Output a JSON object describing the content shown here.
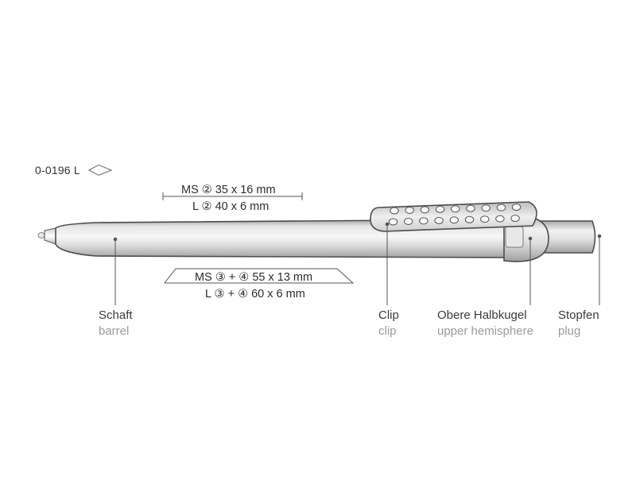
{
  "model_code": "0-0196 L",
  "print_areas": {
    "clip_ms": "MS ② 35 x 16 mm",
    "clip_l": "L ② 40 x 6 mm",
    "barrel_ms": "MS ③ + ④ 55 x 13 mm",
    "barrel_l": "L ③ + ④ 60 x 6 mm"
  },
  "parts": [
    {
      "de": "Schaft",
      "en": "barrel"
    },
    {
      "de": "Clip",
      "en": "clip"
    },
    {
      "de": "Obere Halbkugel",
      "en": "upper hemisphere"
    },
    {
      "de": "Stopfen",
      "en": "plug"
    }
  ],
  "colors": {
    "outline": "#555555",
    "metal_light": "#f1f1f1",
    "metal_mid": "#d6d6d6",
    "metal_dark": "#a8a8a8",
    "label_de": "#3a3a3a",
    "label_en": "#9a9a9a"
  }
}
